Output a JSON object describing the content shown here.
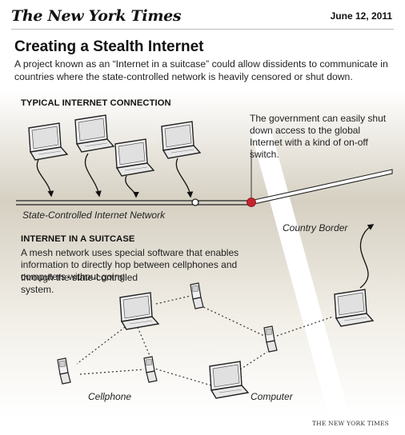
{
  "masthead": "The New York Times",
  "date": "June 12, 2011",
  "title": "Creating a Stealth Internet",
  "intro": "A project known as an “Internet in a suitcase” could allow dissidents to communicate in countries where the state-controlled network is heavily censored or shut down.",
  "sections": {
    "typical": {
      "heading": "TYPICAL INTERNET CONNECTION",
      "gov_note": "The government can easily shut down access to the global Internet with a kind of on-off switch.",
      "network_label": "State-Controlled Internet Network"
    },
    "suitcase": {
      "heading": "INTERNET IN A SUITCASE",
      "text_line1": "A mesh network uses special software that enables information to directly hop between cellphones and computers without going",
      "text_line2": "through the state-controlled system."
    }
  },
  "labels": {
    "border": "Country Border",
    "cellphone": "Cellphone",
    "computer": "Computer"
  },
  "credit": "THE NEW YORK TIMES",
  "colors": {
    "switch_red": "#c4232e",
    "line_dark": "#222222",
    "border_band": "#ffffff",
    "shade": "#d9d4c7"
  }
}
